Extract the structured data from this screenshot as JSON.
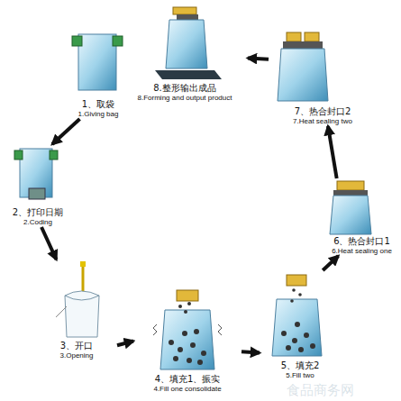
{
  "diagram": {
    "nodes": [
      {
        "text": [
          "1、取袋",
          "1.Giving bag"
        ]
      },
      {
        "text": [
          "2、打印日期",
          "2.Coding"
        ]
      },
      {
        "text": [
          "3、开口",
          "3.Opening"
        ]
      },
      {
        "text": [
          "4、填充1、振实",
          "4.Fill one consolidate"
        ]
      },
      {
        "text": [
          "5、填充2",
          "5.Fill two"
        ]
      },
      {
        "text": [
          "6、热合封口1",
          "6.Heat sealing one"
        ]
      },
      {
        "text": [
          "7、热合封口2",
          "7.Heat sealing two"
        ]
      },
      {
        "text": [
          "8.整形输出成品",
          "8.Forming and output product"
        ]
      }
    ],
    "edges": [
      {
        "from": 0,
        "to": 1,
        "arrow": "to"
      },
      {
        "from": 1,
        "to": 2,
        "arrow": "to"
      },
      {
        "from": 2,
        "to": 3,
        "arrow": "to"
      },
      {
        "from": 3,
        "to": 4,
        "arrow": "to"
      },
      {
        "from": 4,
        "to": 5,
        "arrow": "to"
      },
      {
        "from": 5,
        "to": 6,
        "arrow": "to"
      },
      {
        "from": 6,
        "to": 7,
        "arrow": "to"
      }
    ],
    "labels": [
      "食品商务网"
    ]
  }
}
